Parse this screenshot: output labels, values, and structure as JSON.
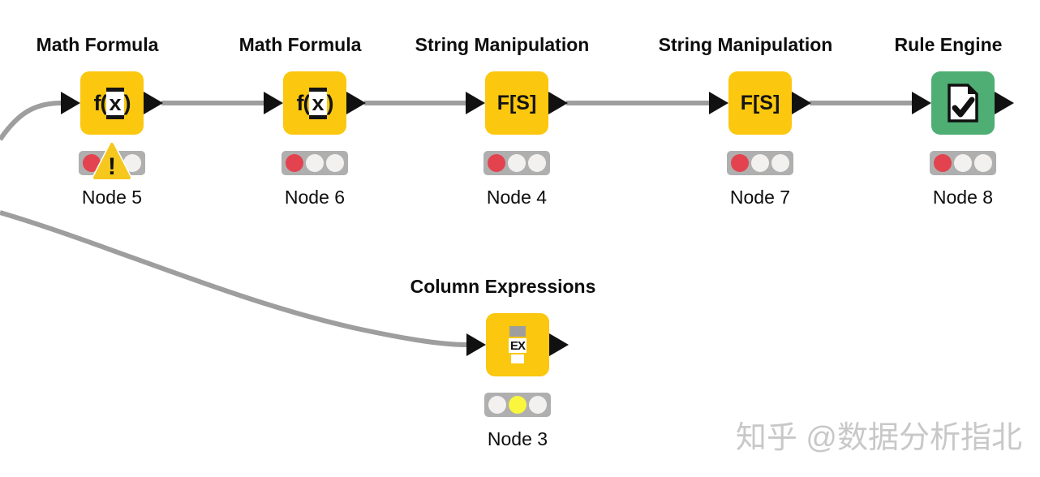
{
  "workflow_type": "KNIME workflow canvas",
  "colors": {
    "node_yellow": "#FBC70F",
    "node_green": "#4EAE73",
    "wire_gray": "#9e9e9e",
    "port_black": "#111111",
    "light_red": "#E2434F",
    "light_yellow": "#FAF53D",
    "light_off": "#F2F1EF",
    "warning_yellow": "#F6C71D"
  },
  "nodes": [
    {
      "title": "Math Formula",
      "label": "Node 5",
      "type": "math-formula",
      "color": "#FBC70F",
      "icon_prefix": "f(",
      "icon_var": "x",
      "icon_suffix": ")",
      "lights": [
        "#E2434F",
        "#F2F1EF",
        "#F2F1EF"
      ],
      "warning": true,
      "warning_mark": "!"
    },
    {
      "title": "Math Formula",
      "label": "Node 6",
      "type": "math-formula",
      "color": "#FBC70F",
      "icon_prefix": "f(",
      "icon_var": "x",
      "icon_suffix": ")",
      "lights": [
        "#E2434F",
        "#F2F1EF",
        "#F2F1EF"
      ],
      "warning": false
    },
    {
      "title": "String Manipulation",
      "label": "Node 4",
      "type": "string-manipulation",
      "color": "#FBC70F",
      "icon_text": "F[S]",
      "lights": [
        "#E2434F",
        "#F2F1EF",
        "#F2F1EF"
      ],
      "warning": false
    },
    {
      "title": "String Manipulation",
      "label": "Node 7",
      "type": "string-manipulation",
      "color": "#FBC70F",
      "icon_text": "F[S]",
      "lights": [
        "#E2434F",
        "#F2F1EF",
        "#F2F1EF"
      ],
      "warning": false
    },
    {
      "title": "Rule Engine",
      "label": "Node 8",
      "type": "rule-engine",
      "color": "#4EAE73",
      "icon": "document-check",
      "lights": [
        "#E2434F",
        "#F2F1EF",
        "#F2F1EF"
      ],
      "warning": false
    },
    {
      "title": "Column Expressions",
      "label": "Node 3",
      "type": "column-expressions",
      "color": "#FBC70F",
      "icon_text": "EX",
      "lights": [
        "#F2F1EF",
        "#FAF53D",
        "#F2F1EF"
      ],
      "warning": false
    }
  ],
  "connections": [
    {
      "from": "offscreen-left",
      "to": "Node 5"
    },
    {
      "from": "Node 5",
      "to": "Node 6"
    },
    {
      "from": "Node 6",
      "to": "Node 4"
    },
    {
      "from": "Node 4",
      "to": "Node 7"
    },
    {
      "from": "Node 7",
      "to": "Node 8"
    },
    {
      "from": "offscreen-left",
      "to": "Node 3"
    }
  ],
  "watermark": {
    "text": "知乎 @数据分析指北"
  }
}
